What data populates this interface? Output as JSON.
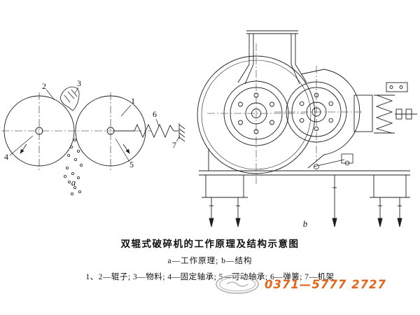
{
  "figure": {
    "caption_title": "双辊式破碎机的工作原理及结构示意图",
    "caption_sub": "a—工作原理; b—结构",
    "caption_legend": "1、2—辊子; 3—物料; 4—固定轴承; 5—可动轴承; 6—弹簧; 7—机架",
    "diagram_a": {
      "label": "a",
      "parts": {
        "1": "1",
        "2": "2",
        "3": "3",
        "4": "4",
        "5": "5",
        "6": "6",
        "7": "7"
      }
    },
    "diagram_b": {
      "label": "b"
    }
  },
  "watermark": {
    "phone": "0371—5777 2727",
    "phone_color": "#e2661c",
    "logo_color": "#ababab"
  }
}
